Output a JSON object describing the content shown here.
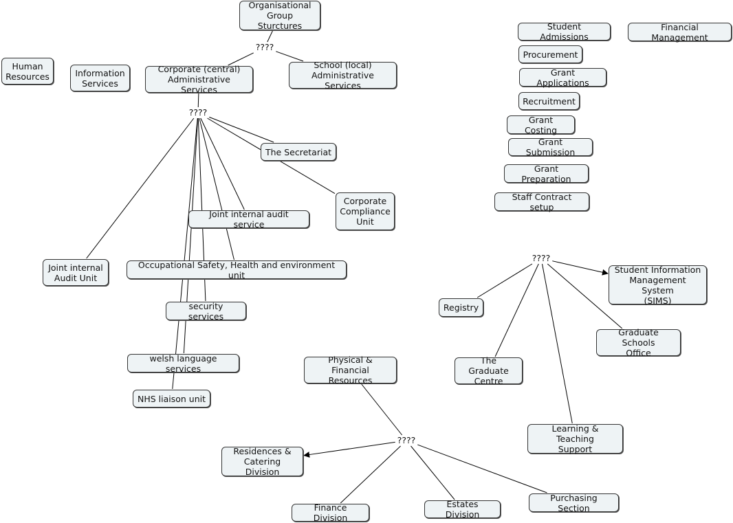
{
  "colors": {
    "node_fill": "#eef3f5",
    "node_border": "#333333",
    "line": "#000000"
  },
  "nodes": {
    "org_group": "Organisational\nGroup Sturctures",
    "human_resources": "Human\nResources",
    "information_services": "Information\nServices",
    "corporate_admin": "Corporate (central)\nAdministrative Services",
    "school_admin": "School (local)\nAdministrative Services",
    "secretariat": "The Secretariat",
    "corporate_compliance": "Corporate\nCompliance\nUnit",
    "joint_audit_service": "Joint internal audit service",
    "joint_audit_unit": "Joint internal\nAudit Unit",
    "occupational_safety": "Occupational Safety, Health and environment unit",
    "security_services": "security services",
    "welsh_language": "welsh language services",
    "nhs_liaison": "NHS liaison unit",
    "physical_financial": "Physical & Financial\nResources",
    "residences_catering": "Residences &\nCatering Division",
    "finance_division": "Finance Division",
    "estates_division": "Estates Division",
    "purchasing_section": "Purchasing Section",
    "student_admissions": "Student Admissions",
    "financial_management": "Financial Management",
    "procurement": "Procurement",
    "grant_applications": "Grant Applications",
    "recruitment": "Recruitment",
    "grant_costing": "Grant Costing",
    "grant_submission": "Grant Submission",
    "grant_preparation": "Grant Preparation",
    "staff_contract": "Staff Contract setup",
    "registry": "Registry",
    "sims": "Student Information\nManagement System\n(SIMS)",
    "graduate_centre": "The Graduate\nCentre",
    "graduate_schools": "Graduate Schools\nOffice",
    "learning_teaching": "Learning & Teaching\nSupport"
  },
  "phrases": {
    "p1": "????",
    "p2": "????",
    "p3": "????",
    "p4": "????"
  },
  "links": [
    [
      "org_group",
      "p1",
      false
    ],
    [
      "p1",
      "corporate_admin",
      false
    ],
    [
      "p1",
      "school_admin",
      false
    ],
    [
      "corporate_admin",
      "p2",
      false
    ],
    [
      "p2",
      "secretariat",
      false
    ],
    [
      "p2",
      "corporate_compliance",
      false
    ],
    [
      "p2",
      "joint_audit_service",
      false
    ],
    [
      "p2",
      "joint_audit_unit",
      false
    ],
    [
      "p2",
      "occupational_safety",
      false
    ],
    [
      "p2",
      "security_services",
      false
    ],
    [
      "p2",
      "welsh_language",
      false
    ],
    [
      "p2",
      "nhs_liaison",
      false
    ],
    [
      "physical_financial",
      "p3",
      false
    ],
    [
      "p3",
      "residences_catering",
      true
    ],
    [
      "p3",
      "finance_division",
      false
    ],
    [
      "p3",
      "estates_division",
      false
    ],
    [
      "p3",
      "purchasing_section",
      false
    ],
    [
      "p4",
      "sims",
      true
    ],
    [
      "p4",
      "registry",
      false
    ],
    [
      "p4",
      "graduate_centre",
      false
    ],
    [
      "p4",
      "graduate_schools",
      false
    ],
    [
      "p4",
      "learning_teaching",
      false
    ]
  ]
}
